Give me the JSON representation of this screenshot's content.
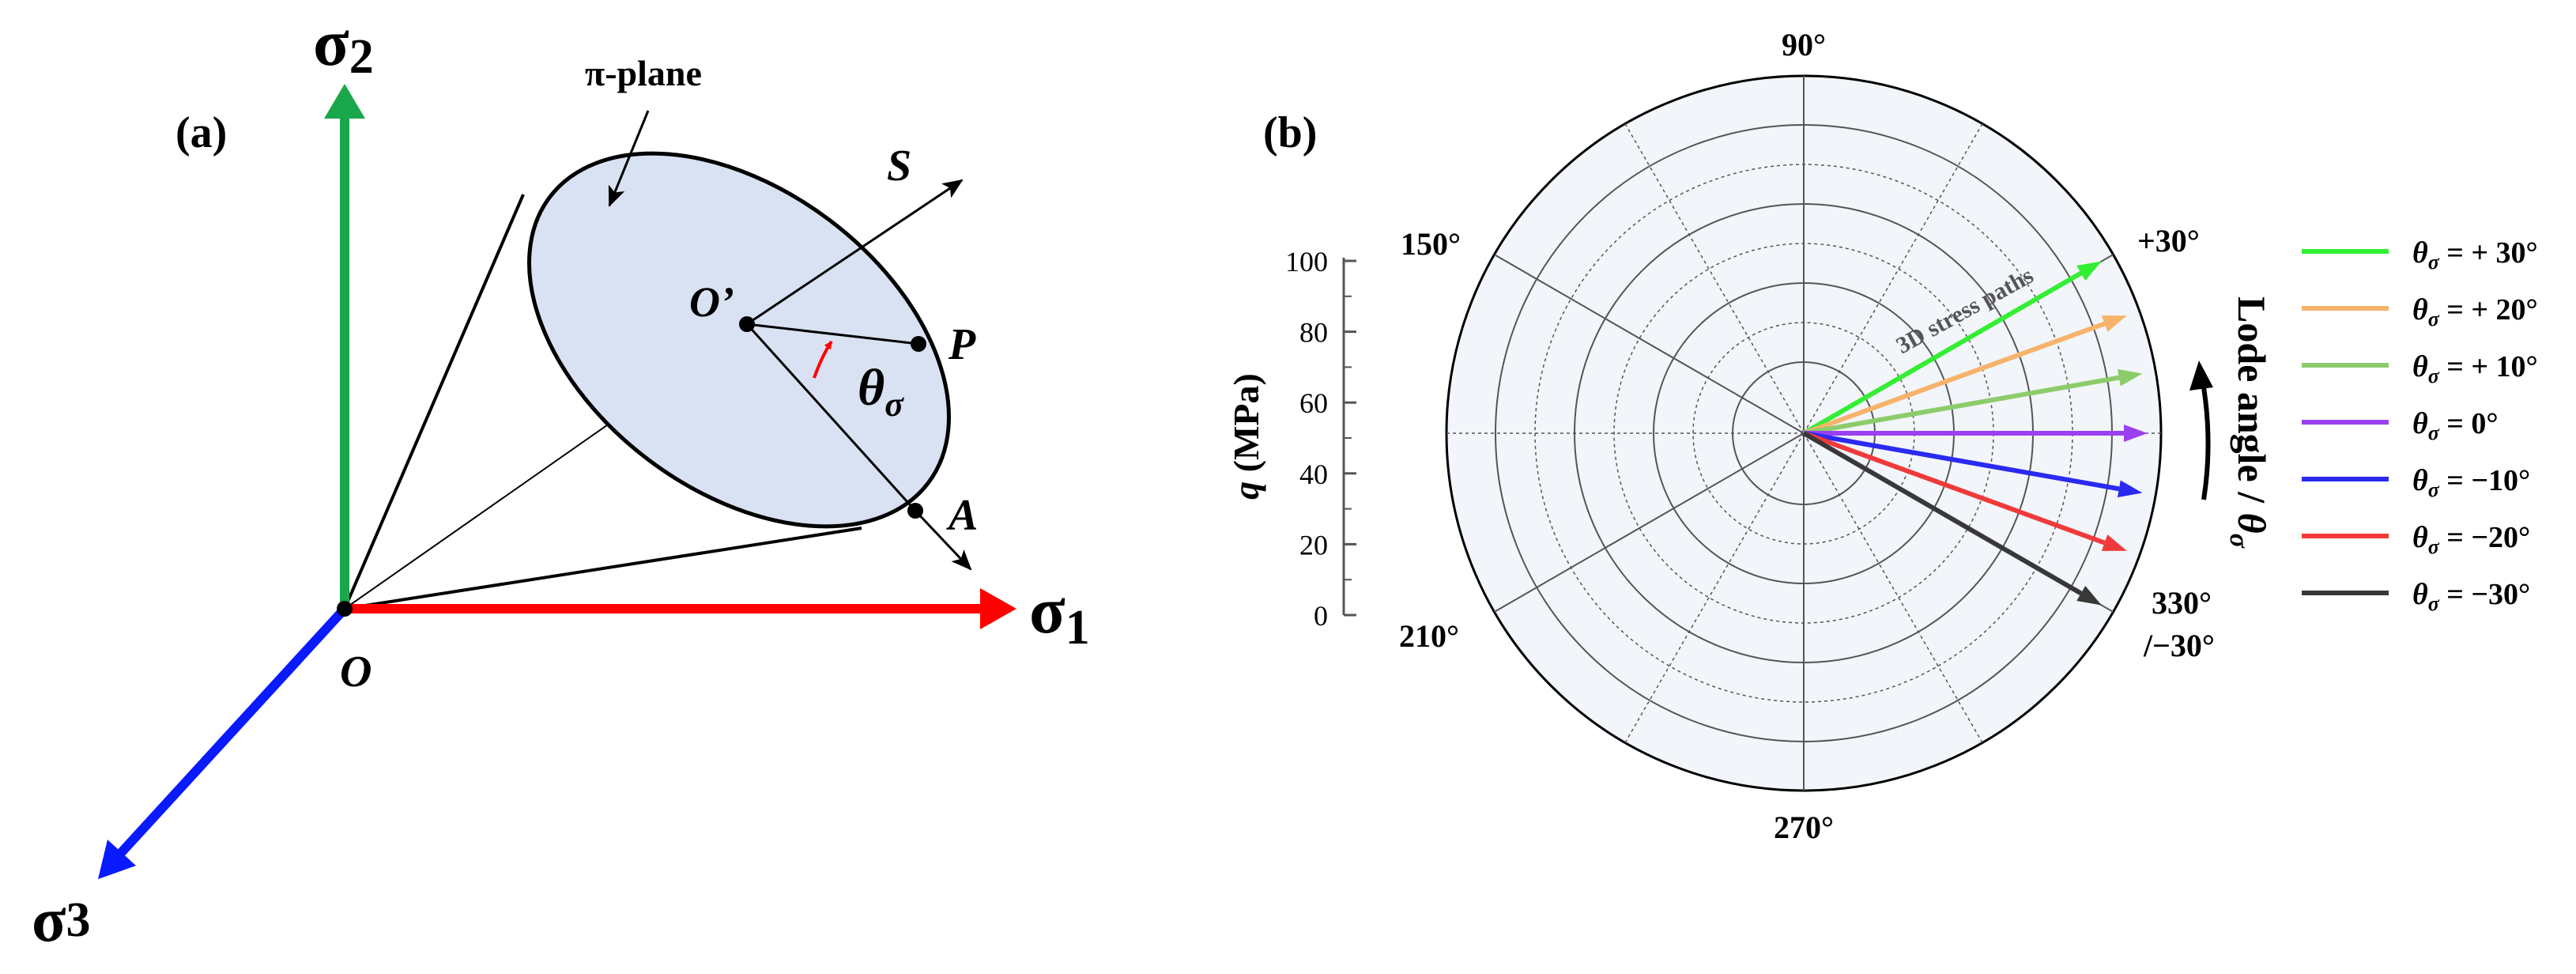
{
  "panel_a": {
    "label": "(a)",
    "pi_plane_label": "π-plane",
    "axis_sigma2": {
      "base": "σ",
      "sub": "2"
    },
    "axis_sigma1": {
      "base": "σ",
      "sub": "1"
    },
    "axis_sigma3": {
      "base": "σ",
      "sub": "3"
    },
    "origin_label": "O",
    "center_label": "O’",
    "point_p": "P",
    "point_a": "A",
    "point_s": "S",
    "theta": {
      "base": "θ",
      "sub": "σ"
    },
    "colors": {
      "sigma1": "#ff0000",
      "sigma2": "#1aa64a",
      "sigma3": "#0a1aff",
      "plane_fill": "#d9e2f2",
      "theta_arrow": "#ff0000"
    }
  },
  "panel_b": {
    "label": "(b)",
    "angle_labels": {
      "a90": "90°",
      "a150": "150°",
      "a210": "210°",
      "a270": "270°",
      "p30": "+30°",
      "a330": "330°",
      "m30": "/−30°"
    },
    "q_axis": {
      "symbol": "q",
      "unit": "(MPa)",
      "ticks": [
        "100",
        "80",
        "60",
        "40",
        "20",
        "0"
      ]
    },
    "paths_label": "3D stress paths",
    "lode_label": {
      "text": "Lode angle / ",
      "symbol": "θ",
      "sub": "σ"
    },
    "plot_background": "#f2f5fa"
  },
  "chart_data": {
    "type": "polar-arrows",
    "radial_axis": {
      "label": "q (MPa)",
      "range": [
        0,
        100
      ],
      "ticks": [
        0,
        20,
        40,
        60,
        80,
        100
      ]
    },
    "series": [
      {
        "name": "θσ = + 30°",
        "theta_deg": 30,
        "color": "#33ee33",
        "lhs": "θ",
        "sub": "σ",
        "rhs": " = + 30°"
      },
      {
        "name": "θσ = + 20°",
        "theta_deg": 20,
        "color": "#f7b36b",
        "lhs": "θ",
        "sub": "σ",
        "rhs": " = + 20°"
      },
      {
        "name": "θσ = + 10°",
        "theta_deg": 10,
        "color": "#8ccc6a",
        "lhs": "θ",
        "sub": "σ",
        "rhs": " = + 10°"
      },
      {
        "name": "θσ = 0°",
        "theta_deg": 0,
        "color": "#9b40f0",
        "lhs": "θ",
        "sub": "σ",
        "rhs": " =  0°"
      },
      {
        "name": "θσ = −10°",
        "theta_deg": -10,
        "color": "#2a2af0",
        "lhs": "θ",
        "sub": "σ",
        "rhs": " = −10°"
      },
      {
        "name": "θσ = −20°",
        "theta_deg": -20,
        "color": "#f03a3a",
        "lhs": "θ",
        "sub": "σ",
        "rhs": " = −20°"
      },
      {
        "name": "θσ = −30°",
        "theta_deg": -30,
        "color": "#383838",
        "lhs": "θ",
        "sub": "σ",
        "rhs": " = −30°"
      }
    ]
  }
}
